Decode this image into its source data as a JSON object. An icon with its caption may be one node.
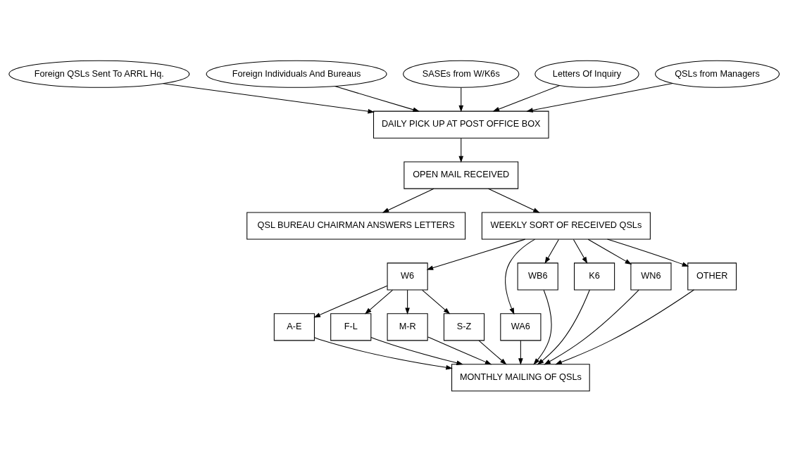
{
  "diagram": {
    "nodes": [
      {
        "text": [
          "Foreign QSLs Sent To ARRL Hq."
        ]
      },
      {
        "text": [
          "Foreign Individuals And Bureaus"
        ]
      },
      {
        "text": [
          "SASEs from W/K6s"
        ]
      },
      {
        "text": [
          "Letters Of Inquiry"
        ]
      },
      {
        "text": [
          "QSLs from Managers"
        ]
      },
      {
        "text": [
          "DAILY PICK UP AT POST OFFICE BOX"
        ]
      },
      {
        "text": [
          "OPEN MAIL RECEIVED"
        ]
      },
      {
        "text": [
          "QSL BUREAU CHAIRMAN ANSWERS LETTERS"
        ]
      },
      {
        "text": [
          "WEEKLY SORT OF RECEIVED QSLs"
        ]
      },
      {
        "text": [
          "W6"
        ]
      },
      {
        "text": [
          "WA6"
        ]
      },
      {
        "text": [
          "WB6"
        ]
      },
      {
        "text": [
          "K6"
        ]
      },
      {
        "text": [
          "WN6"
        ]
      },
      {
        "text": [
          "OTHER"
        ]
      },
      {
        "text": [
          "A-E"
        ]
      },
      {
        "text": [
          "F-L"
        ]
      },
      {
        "text": [
          "M-R"
        ]
      },
      {
        "text": [
          "S-Z"
        ]
      },
      {
        "text": [
          "MONTHLY MAILING OF QSLs"
        ]
      }
    ],
    "edges": [
      {
        "from": 0,
        "to": 5,
        "arrow": "to"
      },
      {
        "from": 1,
        "to": 5,
        "arrow": "to"
      },
      {
        "from": 2,
        "to": 5,
        "arrow": "to"
      },
      {
        "from": 3,
        "to": 5,
        "arrow": "to"
      },
      {
        "from": 4,
        "to": 5,
        "arrow": "to"
      },
      {
        "from": 5,
        "to": 6,
        "arrow": "to"
      },
      {
        "from": 6,
        "to": 7,
        "arrow": "to"
      },
      {
        "from": 6,
        "to": 8,
        "arrow": "to"
      },
      {
        "from": 8,
        "to": 9,
        "arrow": "to"
      },
      {
        "from": 8,
        "to": 10,
        "arrow": "to"
      },
      {
        "from": 8,
        "to": 11,
        "arrow": "to"
      },
      {
        "from": 8,
        "to": 12,
        "arrow": "to"
      },
      {
        "from": 8,
        "to": 13,
        "arrow": "to"
      },
      {
        "from": 8,
        "to": 14,
        "arrow": "to"
      },
      {
        "from": 9,
        "to": 15,
        "arrow": "to"
      },
      {
        "from": 9,
        "to": 16,
        "arrow": "to"
      },
      {
        "from": 9,
        "to": 17,
        "arrow": "to"
      },
      {
        "from": 9,
        "to": 18,
        "arrow": "to"
      },
      {
        "from": 15,
        "to": 19,
        "arrow": "to"
      },
      {
        "from": 16,
        "to": 19,
        "arrow": "to"
      },
      {
        "from": 17,
        "to": 19,
        "arrow": "to"
      },
      {
        "from": 18,
        "to": 19,
        "arrow": "to"
      },
      {
        "from": 10,
        "to": 19,
        "arrow": "to"
      },
      {
        "from": 11,
        "to": 19,
        "arrow": "to"
      },
      {
        "from": 12,
        "to": 19,
        "arrow": "to"
      },
      {
        "from": 13,
        "to": 19,
        "arrow": "to"
      },
      {
        "from": 14,
        "to": 19,
        "arrow": "to"
      }
    ]
  }
}
